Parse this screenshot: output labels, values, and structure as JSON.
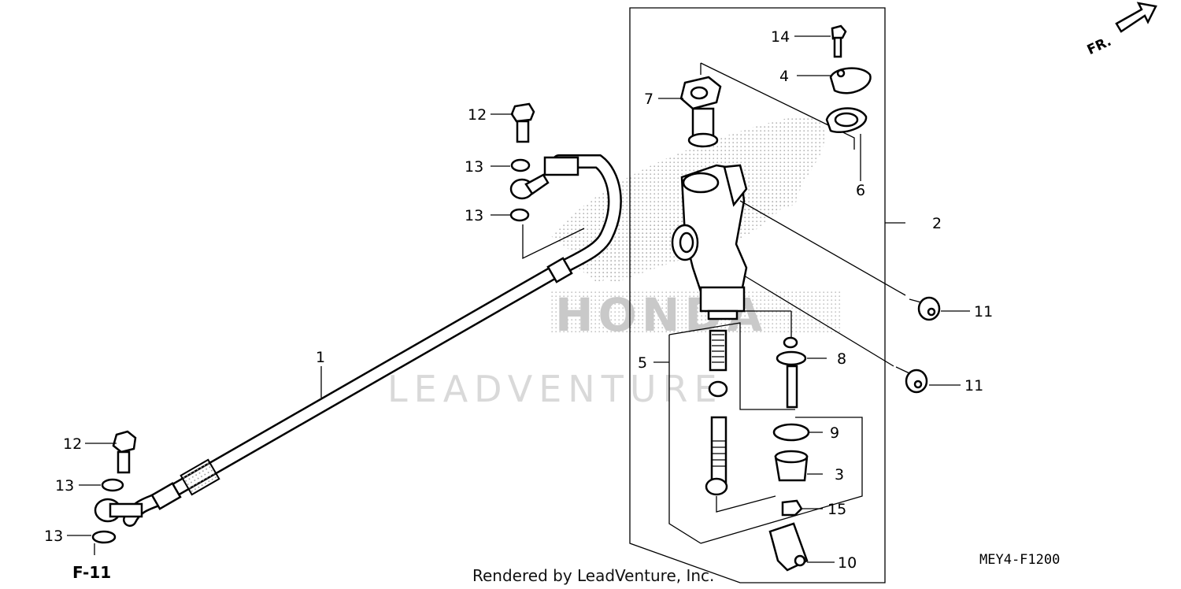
{
  "diagram": {
    "code": "MEY4-F1200",
    "credit": "Rendered by LeadVenture, Inc.",
    "watermark": "LEADVENTURE",
    "watermark_logo": "HONDA",
    "direction_label": "FR.",
    "reference_label": "F-11"
  },
  "callouts": {
    "c1": "1",
    "c2": "2",
    "c3": "3",
    "c4": "4",
    "c5": "5",
    "c6": "6",
    "c7": "7",
    "c8": "8",
    "c9": "9",
    "c10": "10",
    "c11a": "11",
    "c11b": "11",
    "c12a": "12",
    "c12b": "12",
    "c13a": "13",
    "c13b": "13",
    "c13c": "13",
    "c13d": "13",
    "c14": "14",
    "c15": "15"
  },
  "icons": {
    "direction": "arrow-up-right-icon"
  }
}
